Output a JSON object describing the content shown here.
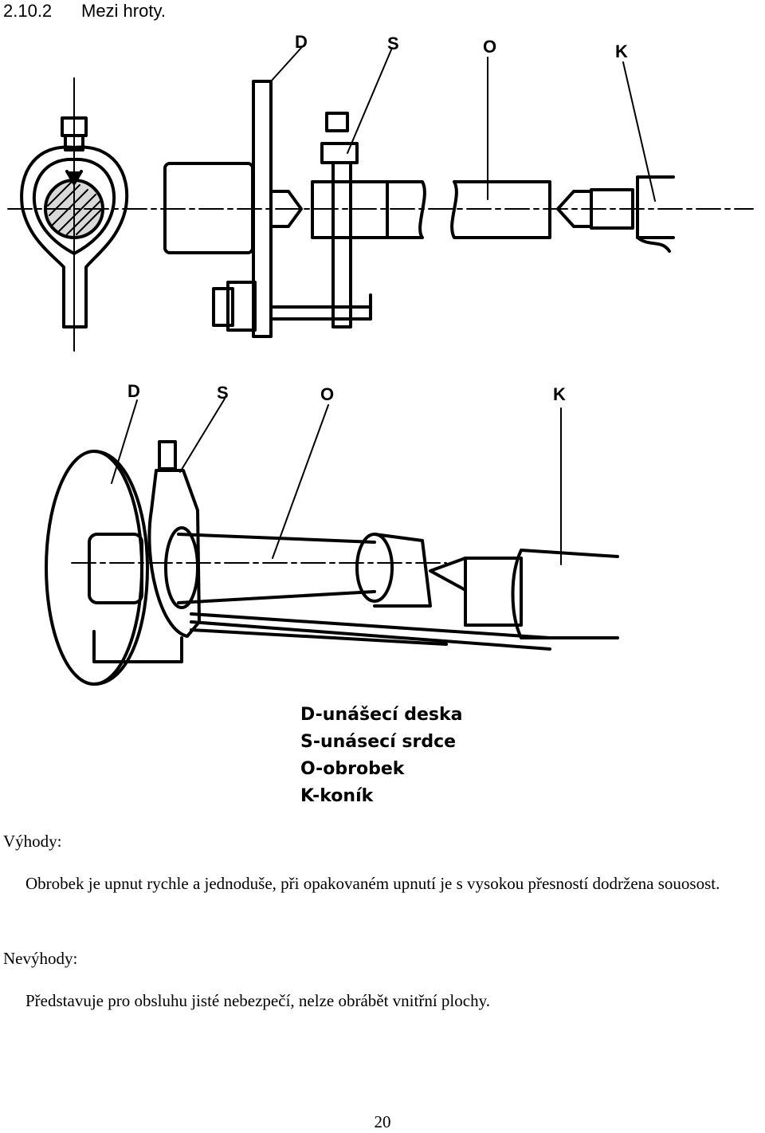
{
  "section": {
    "number": "2.10.2",
    "title": "Mezi hroty."
  },
  "figure_top": {
    "labels": {
      "d": "D",
      "s": "S",
      "o": "O",
      "k": "K"
    }
  },
  "figure_bottom": {
    "labels": {
      "d": "D",
      "s": "S",
      "o": "O",
      "k": "K"
    }
  },
  "legend": [
    "D-unášecí deska",
    "S-unásecí srdce",
    "O-obrobek",
    "K-koník"
  ],
  "advantages": {
    "title": "Výhody:",
    "text": "Obrobek je upnut rychle a jednoduše, při opakovaném upnutí je s vysokou přesností dodržena souosost."
  },
  "disadvantages": {
    "title": "Nevýhody:",
    "text": "Představuje pro obsluhu jisté nebezpečí, nelze obrábět vnitřní plochy."
  },
  "page_number": "20"
}
